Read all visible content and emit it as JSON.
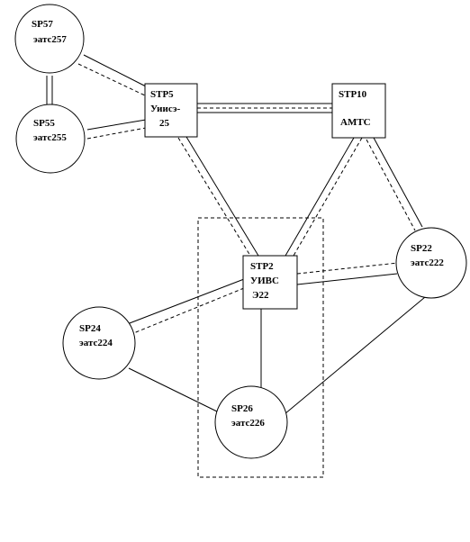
{
  "nodes": {
    "sp57": {
      "line1": "SP57",
      "line2": "эатс257"
    },
    "sp55": {
      "line1": "SP55",
      "line2": "эатс255"
    },
    "stp5": {
      "line1": "STP5",
      "line2": "Уиисэ-",
      "line3": "25"
    },
    "stp10": {
      "line1": "STP10",
      "line2": "АМТС"
    },
    "stp2": {
      "line1": "STP2",
      "line2": "УИВС",
      "line3": "Э22"
    },
    "sp22": {
      "line1": "SP22",
      "line2": "эатс222"
    },
    "sp24": {
      "line1": "SP24",
      "line2": "эатс224"
    },
    "sp26": {
      "line1": "SP26",
      "line2": "эатс226"
    }
  },
  "colors": {
    "stroke": "#000000",
    "background": "#ffffff"
  }
}
